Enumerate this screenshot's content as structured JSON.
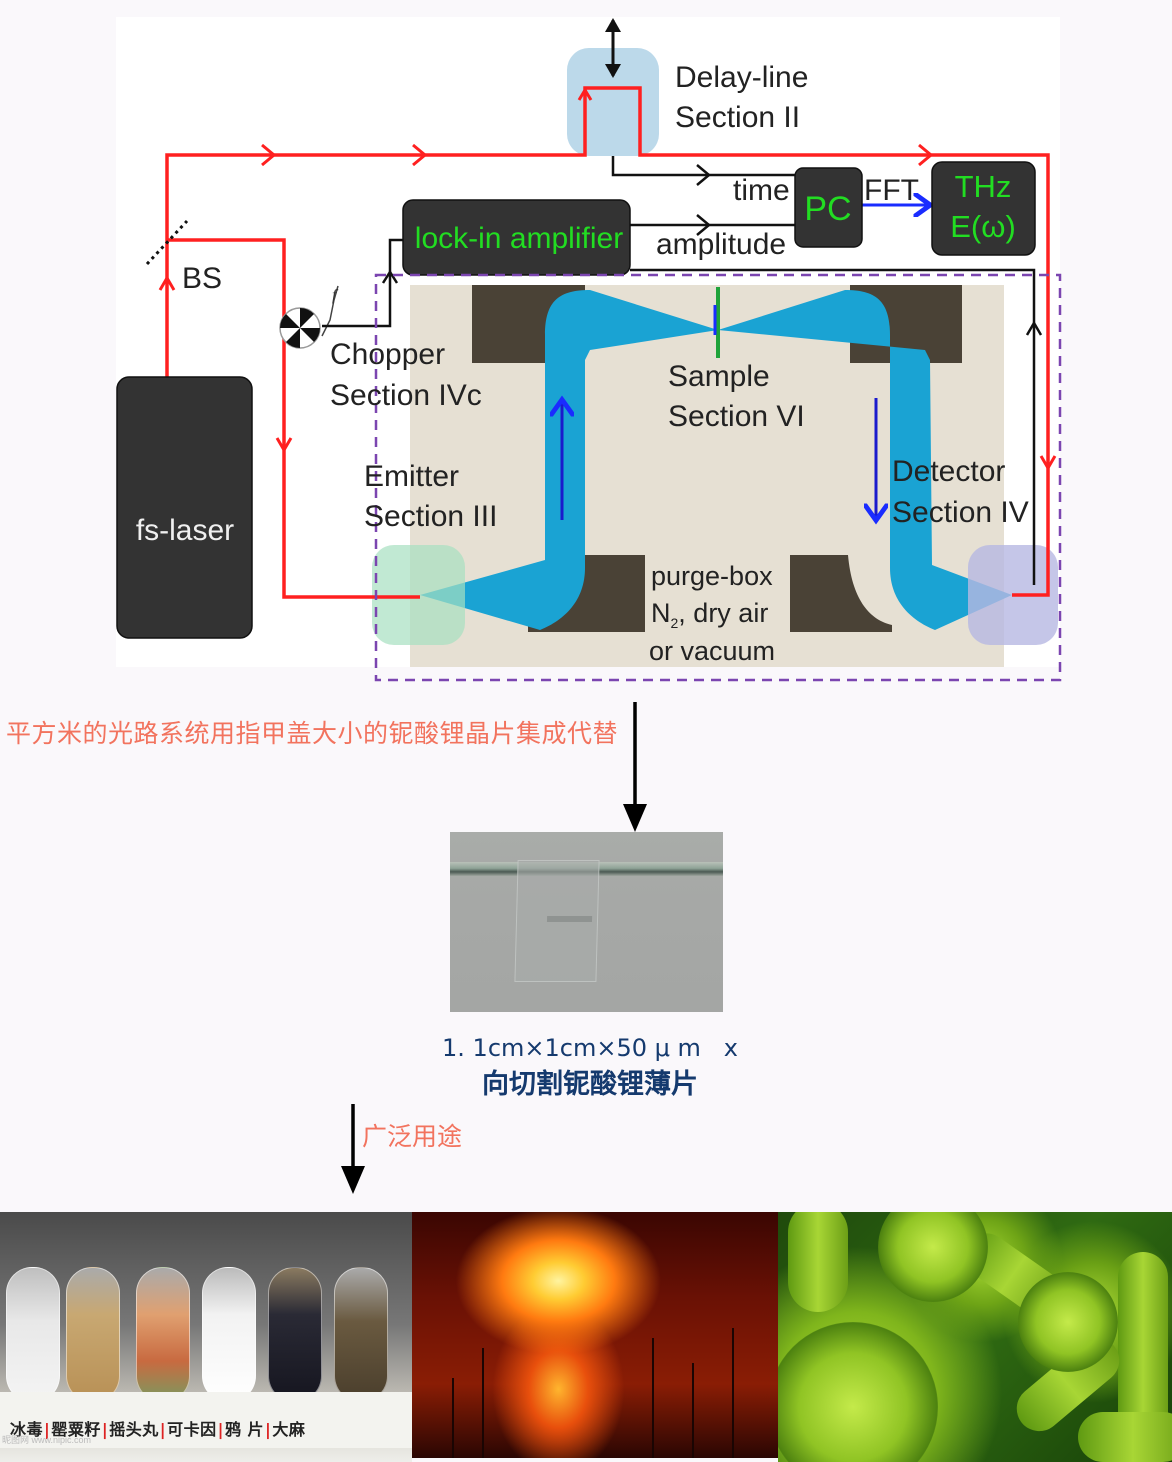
{
  "diagram": {
    "boxes": {
      "laser": "fs-laser",
      "lockin": "lock-in amplifier",
      "pc": "PC",
      "thz_line1": "THz",
      "thz_line2": "E(ω)"
    },
    "labels": {
      "delay_line1": "Delay-line",
      "delay_line2": "Section II",
      "bs": "BS",
      "chopper1": "Chopper",
      "chopper2": "Section IVc",
      "emitter1": "Emitter",
      "emitter2": "Section III",
      "sample1": "Sample",
      "sample2": "Section VI",
      "detector1": "Detector",
      "detector2": "Section IV",
      "purge1": "purge-box",
      "purge2_pre": "N",
      "purge2_sub": "2",
      "purge2_post": ", dry air",
      "purge3": "or vacuum",
      "time": "time",
      "amplitude": "amplitude",
      "fft": "FFT",
      "chopper_ref": "f"
    },
    "colors": {
      "laser_path": "#ff2020",
      "box_fill": "#333333",
      "box_text": "#22dd22",
      "thz_beam": "#1aa3d3",
      "purge_box": "#e6e0d3",
      "mirror": "#4a4236",
      "dashed_frame": "#7b45b0",
      "fft_arrow": "#1a2cff"
    }
  },
  "annotations": {
    "replacement_text": "平方米的光路系统用指甲盖大小的铌酸锂晶片集成代替",
    "crystal_caption_line1": "1. 1cm×1cm×50 μ m   x",
    "crystal_caption_line2": "向切割铌酸锂薄片",
    "uses_label": "广泛用途"
  },
  "photos": {
    "drugs": {
      "labels": [
        "冰毒",
        "罂粟籽",
        "摇头丸",
        "可卡因",
        "鸦 片",
        "大麻"
      ],
      "watermark": "昵图网 www.nipic.com"
    },
    "explosion": {},
    "bacteria": {}
  }
}
